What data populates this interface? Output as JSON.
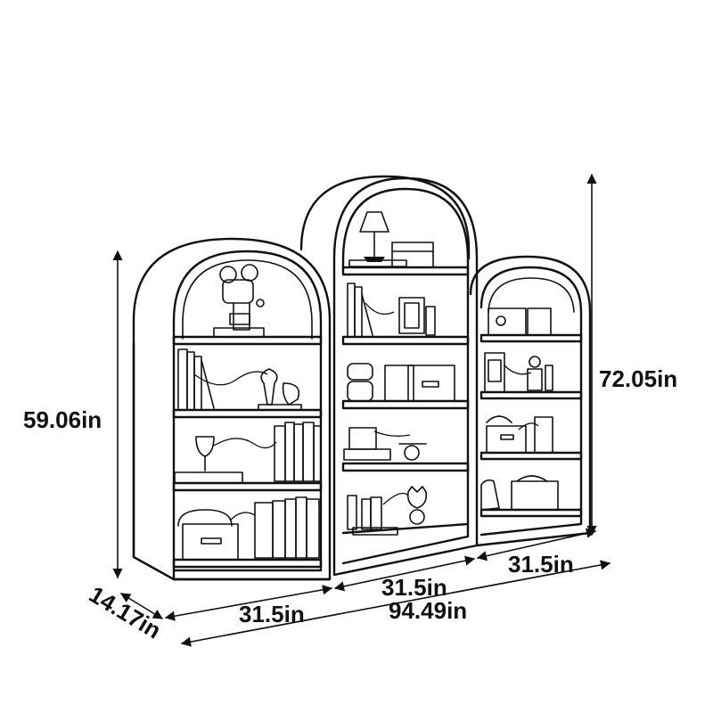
{
  "dimensions": {
    "left_height": "59.06in",
    "right_height": "72.05in",
    "depth": "14.17in",
    "left_width": "31.5in",
    "center_width": "31.5in",
    "right_width": "31.5in",
    "total_width": "94.49in"
  },
  "colors": {
    "line": "#111111",
    "background": "#ffffff"
  },
  "icons": [
    "table-lamp-icon",
    "books-icon",
    "storage-box-icon",
    "handbag-icon",
    "vase-icon",
    "figurine-icon",
    "photo-frame-icon",
    "wine-glass-icon"
  ]
}
